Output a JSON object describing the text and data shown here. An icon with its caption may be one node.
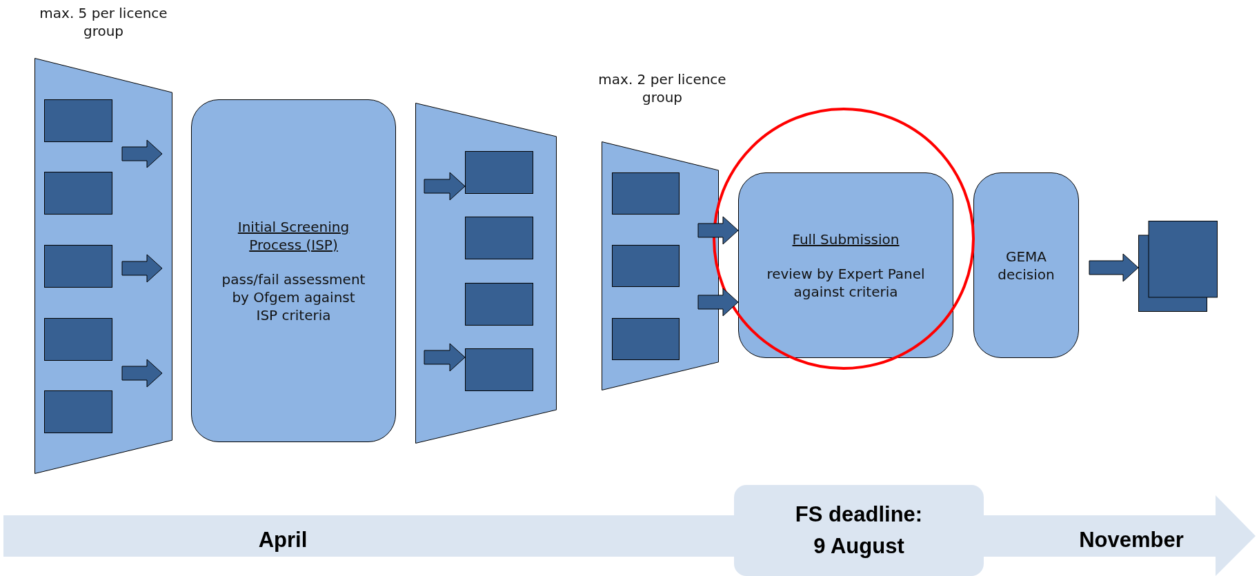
{
  "diagram": {
    "nodes": [
      {
        "text": [],
        "shape": "trapezoid",
        "beside": [
          "max. 5 per licence group"
        ]
      },
      {
        "text": [],
        "shape": "box",
        "in": 0
      },
      {
        "text": [],
        "shape": "box",
        "in": 0
      },
      {
        "text": [],
        "shape": "box",
        "in": 0
      },
      {
        "text": [],
        "shape": "box",
        "in": 0
      },
      {
        "text": [],
        "shape": "box",
        "in": 0
      },
      {
        "text": [
          "Initial Screening Process (ISP)",
          "pass/fail assessment by Ofgem against ISP criteria"
        ]
      },
      {
        "text": [],
        "shape": "trapezoid"
      },
      {
        "text": [],
        "shape": "box",
        "in": 7
      },
      {
        "text": [],
        "shape": "box",
        "in": 7
      },
      {
        "text": [],
        "shape": "box",
        "in": 7
      },
      {
        "text": [],
        "shape": "box",
        "in": 7
      },
      {
        "text": [],
        "shape": "trapezoid",
        "beside": [
          "max. 2 per licence group"
        ]
      },
      {
        "text": [],
        "shape": "box",
        "in": 12
      },
      {
        "text": [],
        "shape": "box",
        "in": 12
      },
      {
        "text": [],
        "shape": "box",
        "in": 12
      },
      {
        "text": [
          "Full Submission",
          "review by Expert Panel against criteria"
        ]
      },
      {
        "text": [
          "GEMA decision"
        ]
      },
      {
        "text": [],
        "shape": "box"
      },
      {
        "text": [
          "FS deadline: 9 August"
        ]
      }
    ],
    "edges": [
      {
        "from": null,
        "to": 6,
        "arrow": "to"
      },
      {
        "from": null,
        "to": 6,
        "arrow": "to"
      },
      {
        "from": null,
        "to": 6,
        "arrow": "to"
      },
      {
        "from": null,
        "to": 8,
        "arrow": "to"
      },
      {
        "from": null,
        "to": 11,
        "arrow": "to"
      },
      {
        "from": null,
        "to": 16,
        "arrow": "to"
      },
      {
        "from": null,
        "to": 16,
        "arrow": "to"
      },
      {
        "from": 17,
        "to": 18,
        "arrow": "to"
      }
    ],
    "labels": [
      "April",
      "November"
    ]
  }
}
